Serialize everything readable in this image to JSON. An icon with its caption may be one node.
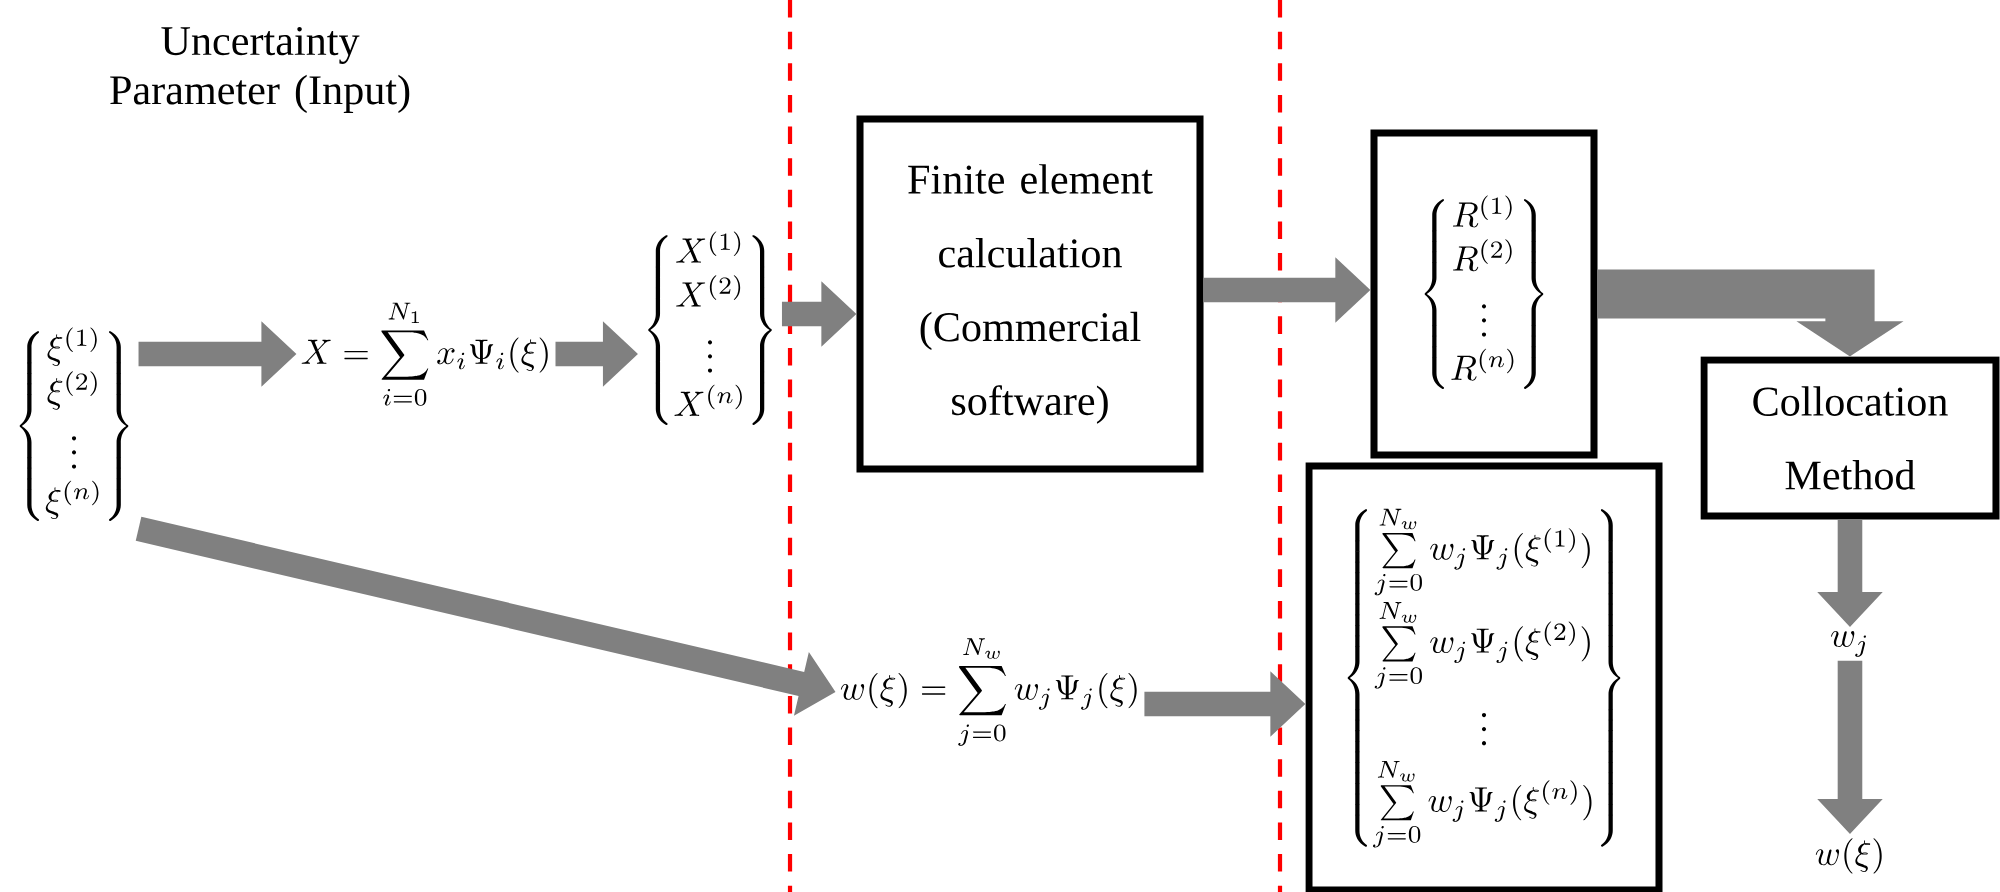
{
  "diagram": {
    "nodes": [
      {
        "text": [
          "\\left\\{\\begin{matrix}\\xi^{(1)}\\\\ \\xi^{(2)}\\\\ \\vdots\\\\ \\xi^{(n)}\\end{matrix}\\right\\}"
        ]
      },
      {
        "text": [
          "X=\\sum_{i=0}^{N_1} x_i\\Psi_i(\\xi)"
        ]
      },
      {
        "text": [
          "\\left\\{\\begin{matrix}X^{(1)}\\\\ X^{(2)}\\\\ \\vdots\\\\ X^{(n)}\\end{matrix}\\right\\}"
        ]
      },
      {
        "text": [
          "Finite element calculation (Commercial software)"
        ]
      },
      {
        "text": [
          "\\left\\{\\begin{matrix}R^{(1)}\\\\ R^{(2)}\\\\ \\vdots\\\\ R^{(n)}\\end{matrix}\\right\\}"
        ]
      },
      {
        "text": [
          "Collocation Method"
        ]
      },
      {
        "text": [
          "\\left\\{\\begin{matrix}\\sum\\limits_{j=0}^{N_w} w_j\\Psi_j(\\xi^{(1)})\\\\ \\sum\\limits_{j=0}^{N_w} w_j\\Psi_j(\\xi^{(2)})\\\\ \\vdots\\\\ \\sum\\limits_{j=0}^{N_w} w_j\\Psi_j(\\xi^{(n)})\\end{matrix}\\right\\}"
        ]
      },
      {
        "text": [
          "w(\\xi)=\\sum_{j=0}^{N_w} w_j\\Psi_j(\\xi)"
        ]
      },
      {
        "text": [
          "w_j"
        ]
      },
      {
        "text": [
          "w(\\xi)"
        ]
      }
    ],
    "edges": [
      {
        "from": 0,
        "to": 1,
        "arrow": "to"
      },
      {
        "from": 1,
        "to": 2,
        "arrow": "to"
      },
      {
        "from": 2,
        "to": 3,
        "arrow": "to"
      },
      {
        "from": 3,
        "to": 4,
        "arrow": "to"
      },
      {
        "from": 4,
        "to": 5,
        "arrow": "to",
        "style": "thick"
      },
      {
        "from": 0,
        "to": 7,
        "arrow": "to"
      },
      {
        "from": 7,
        "to": 6,
        "arrow": "to"
      },
      {
        "from": 5,
        "to": 8,
        "arrow": "to"
      },
      {
        "from": 8,
        "to": 9,
        "arrow": "to"
      }
    ],
    "labels": [
      "Uncertainty Parameter (Input)"
    ]
  }
}
